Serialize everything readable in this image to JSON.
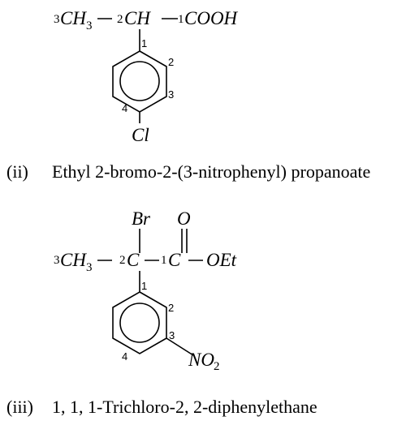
{
  "structure1": {
    "c3_locant": "3",
    "ch3": "CH",
    "ch3_sub": "3",
    "c2_locant": "2",
    "ch": "CH",
    "c1_locant": "1",
    "cooh": "COOH",
    "ring_pos1": "1",
    "ring_pos2": "2",
    "ring_pos3": "3",
    "ring_pos4": "4",
    "substituent": "Cl"
  },
  "caption_ii": {
    "label": "(ii)",
    "name": "Ethyl 2-bromo-2-(3-nitrophenyl) propanoate"
  },
  "structure2": {
    "br": "Br",
    "o": "O",
    "c3_locant": "3",
    "ch3": "CH",
    "ch3_sub": "3",
    "c2_locant": "2",
    "c": "C",
    "c1_locant": "1",
    "c1": "C",
    "oet": "OEt",
    "ring_pos1": "1",
    "ring_pos2": "2",
    "ring_pos3": "3",
    "ring_pos4": "4",
    "no2": "NO",
    "no2_sub": "2"
  },
  "caption_iii": {
    "label": "(iii)",
    "name": "1, 1, 1-Trichloro-2, 2-diphenylethane"
  }
}
